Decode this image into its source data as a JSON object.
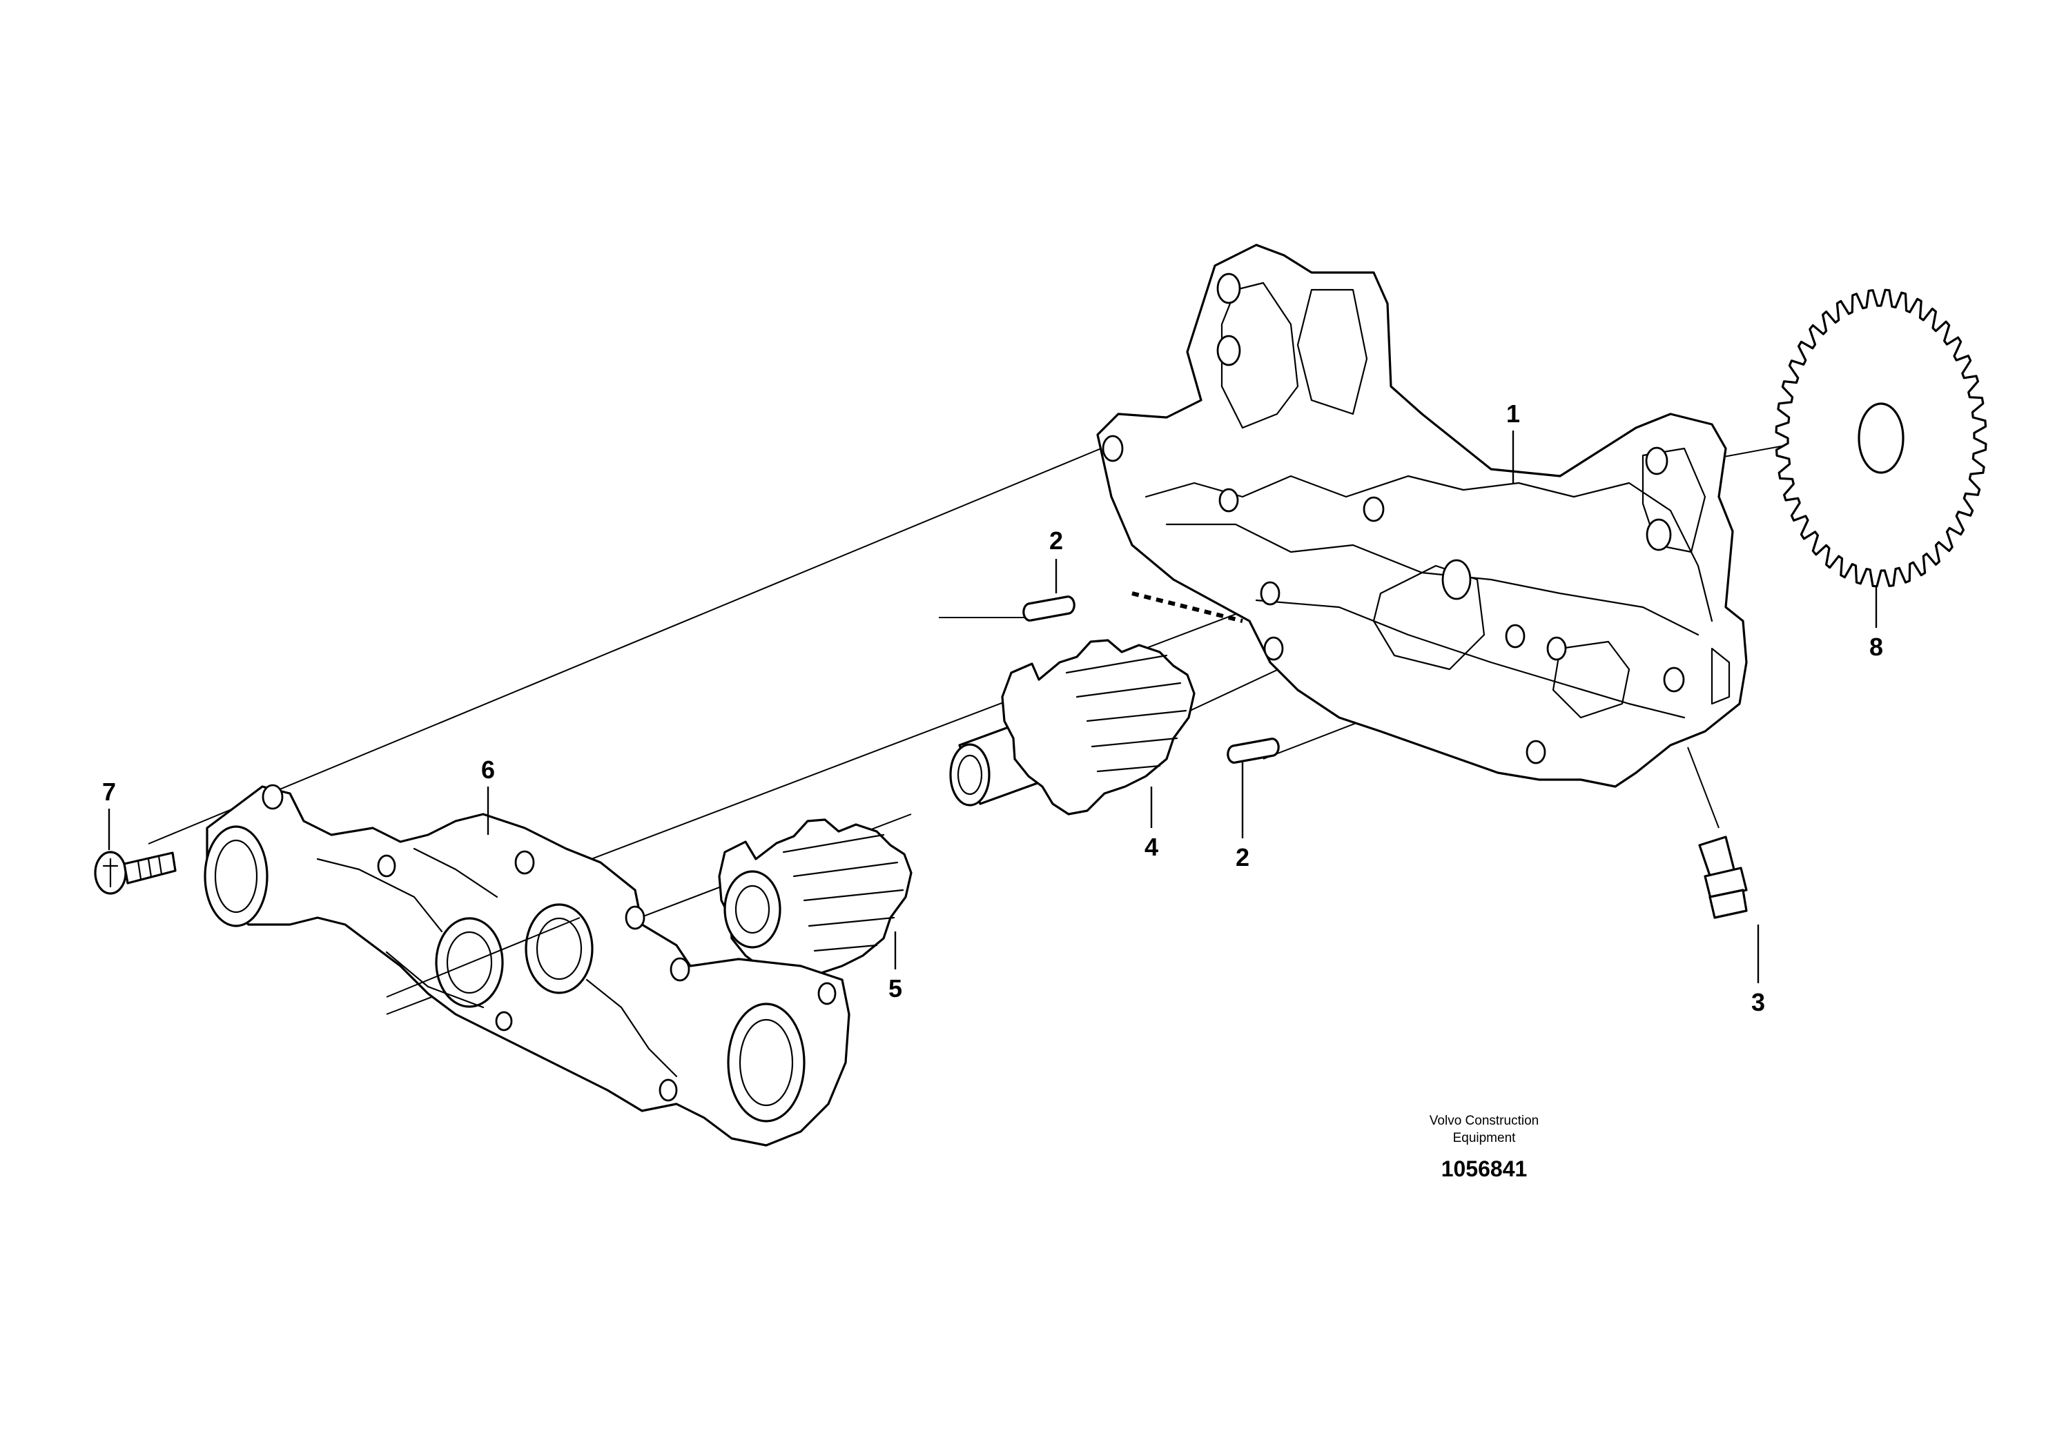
{
  "callouts": [
    "1",
    "2",
    "2",
    "3",
    "4",
    "5",
    "6",
    "7",
    "8"
  ],
  "caption": {
    "maker_line1": "Volvo Construction",
    "maker_line2": "Equipment",
    "drawing_number": "1056841"
  }
}
